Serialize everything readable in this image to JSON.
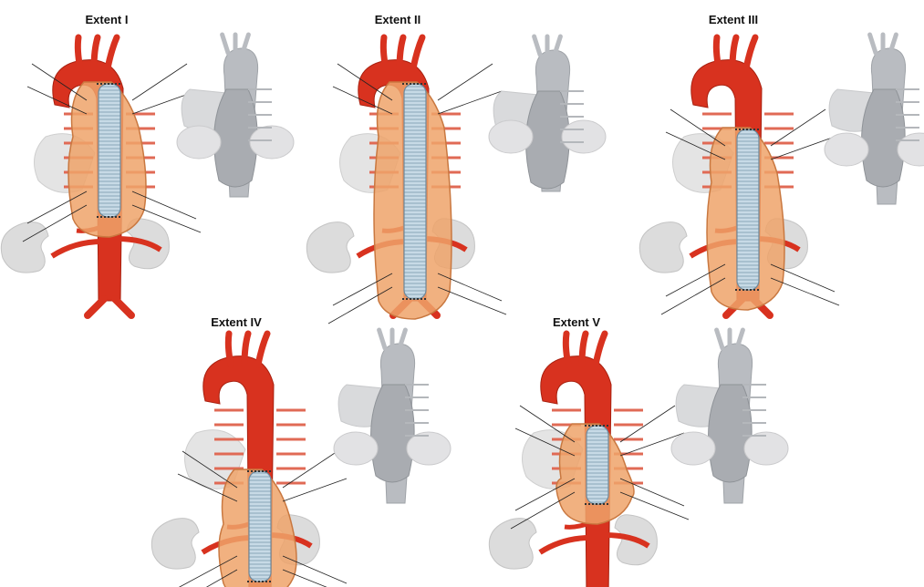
{
  "figure": {
    "panels": [
      {
        "id": "extent-1",
        "title": "Extent I"
      },
      {
        "id": "extent-2",
        "title": "Extent II"
      },
      {
        "id": "extent-3",
        "title": "Extent III"
      },
      {
        "id": "extent-4",
        "title": "Extent IV"
      },
      {
        "id": "extent-5",
        "title": "Extent V"
      }
    ]
  },
  "colors": {
    "aorta": "#d8321f",
    "aorta_dark": "#a8200f",
    "aneurysm_sac": "#efa36a",
    "graft": "#b9cfdd",
    "reference_aorta": "#b9bcc1",
    "kidney": "#dcdcdc",
    "leader_line": "#222222"
  }
}
